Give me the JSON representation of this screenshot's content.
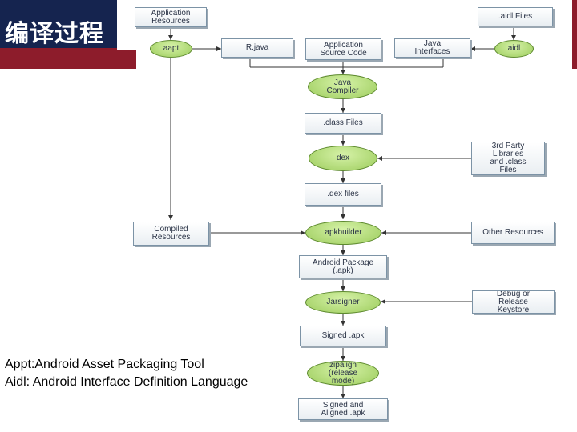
{
  "slide": {
    "title": "编译过程",
    "notes": [
      "Appt:Android Asset Packaging Tool",
      "Aidl: Android Interface Definition Language"
    ]
  },
  "diagram": {
    "boxes": {
      "application_resources": "Application\nResources",
      "aidl_files": ".aidl Files",
      "r_java": "R.java",
      "application_source_code": "Application\nSource Code",
      "java_interfaces": "Java\nInterfaces",
      "class_files": ".class Files",
      "third_party_libraries": "3rd Party\nLibraries\nand .class\nFiles",
      "dex_files": ".dex files",
      "compiled_resources": "Compiled\nResources",
      "other_resources": "Other Resources",
      "android_package": "Android Package\n(.apk)",
      "debug_release_keystore": "Debug or\nRelease\nKeystore",
      "signed_apk": "Signed .apk",
      "signed_aligned_apk": "Signed and\nAligned .apk"
    },
    "tools": {
      "aapt": "aapt",
      "aidl": "aidl",
      "java_compiler": "Java\nCompiler",
      "dex": "dex",
      "apkbuilder": "apkbuilder",
      "jarsigner": "Jarsigner",
      "zipalign": "zipalign\n(release\nmode)"
    },
    "colors": {
      "tool_fill": "#a9d56b",
      "tool_border": "#5e8a2f",
      "box_border": "#7c93a6",
      "title_background": "#15244f",
      "title_band": "#8d1c2b"
    }
  }
}
